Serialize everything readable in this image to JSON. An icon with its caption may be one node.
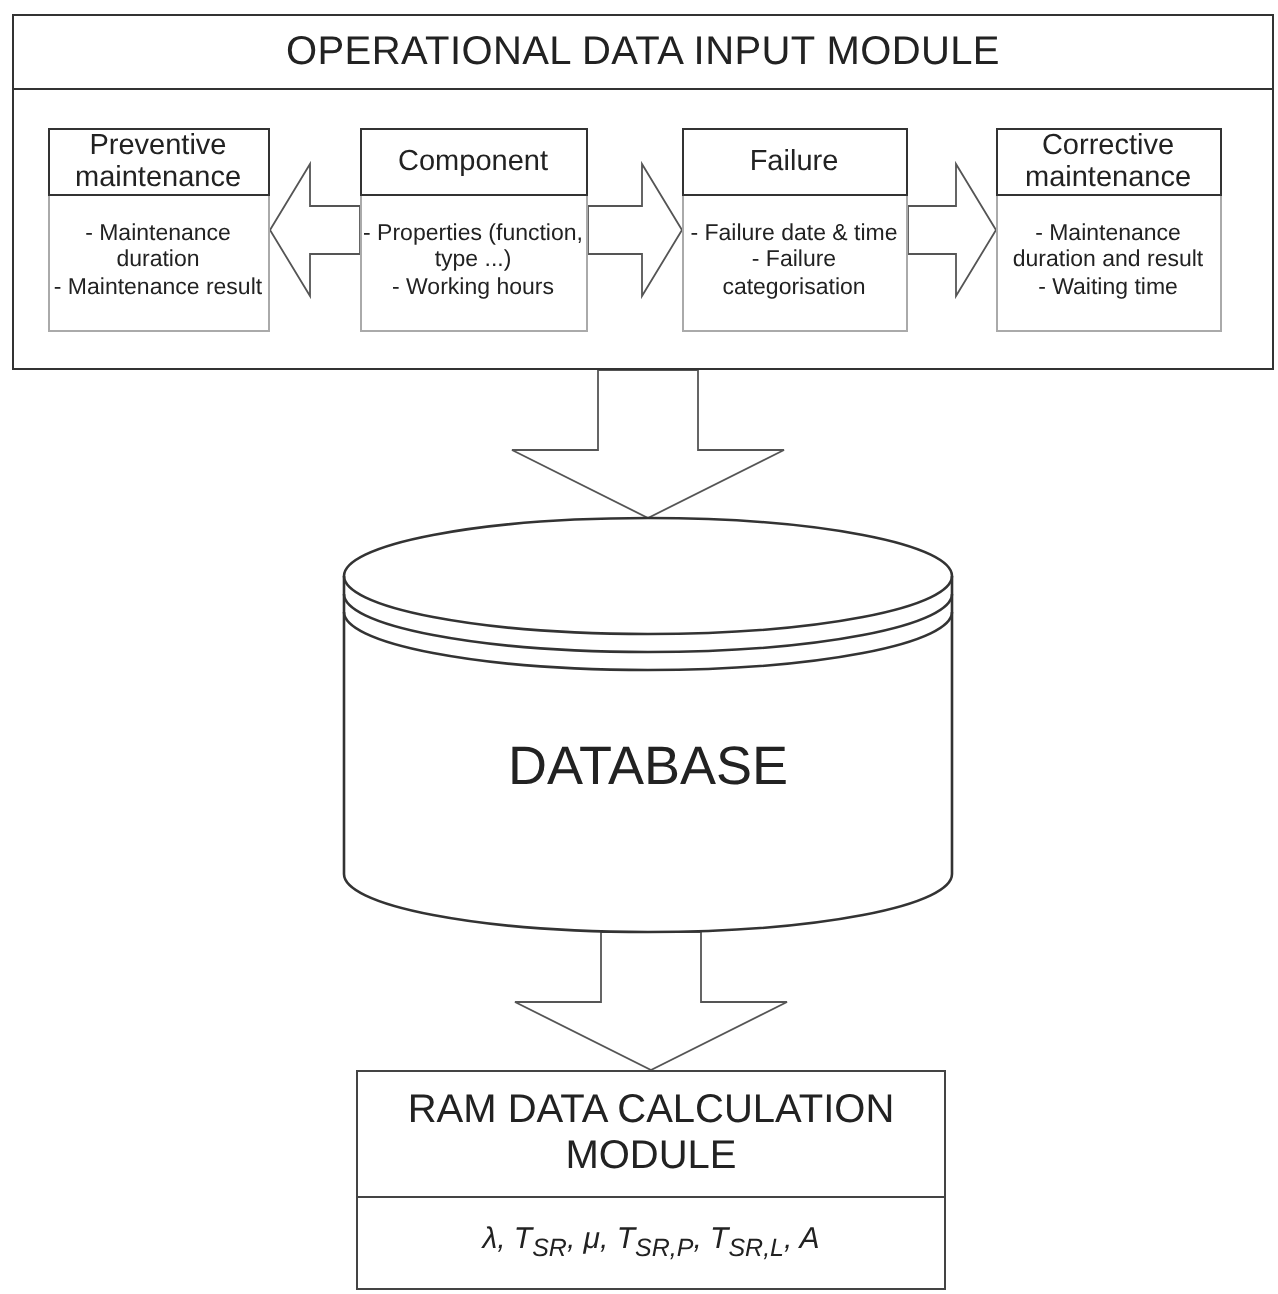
{
  "diagram": {
    "nodes": [
      {
        "text": [
          "OPERATIONAL DATA INPUT MODULE"
        ]
      },
      {
        "text": [
          "Preventive maintenance",
          "- Maintenance duration",
          "- Maintenance result"
        ],
        "in": 0
      },
      {
        "text": [
          "Component",
          "- Properties (function, type ...)",
          "- Working hours"
        ],
        "in": 0
      },
      {
        "text": [
          "Failure",
          "- Failure date & time",
          "- Failure categorisation"
        ],
        "in": 0
      },
      {
        "text": [
          "Corrective maintenance",
          "- Maintenance duration and result",
          "- Waiting time"
        ],
        "in": 0
      },
      {
        "text": [
          "DATABASE"
        ]
      },
      {
        "text": [
          "RAM DATA CALCULATION MODULE",
          "λ, T$_{SR}$, μ, T$_{SR,P}$, T$_{SR,L}$, A"
        ]
      }
    ],
    "edges": [
      {
        "from": 2,
        "to": 1,
        "arrow": "to"
      },
      {
        "from": 2,
        "to": 3,
        "arrow": "to"
      },
      {
        "from": 3,
        "to": 4,
        "arrow": "to"
      },
      {
        "from": 0,
        "to": 5,
        "arrow": "to"
      },
      {
        "from": 5,
        "to": 6,
        "arrow": "to"
      }
    ]
  }
}
